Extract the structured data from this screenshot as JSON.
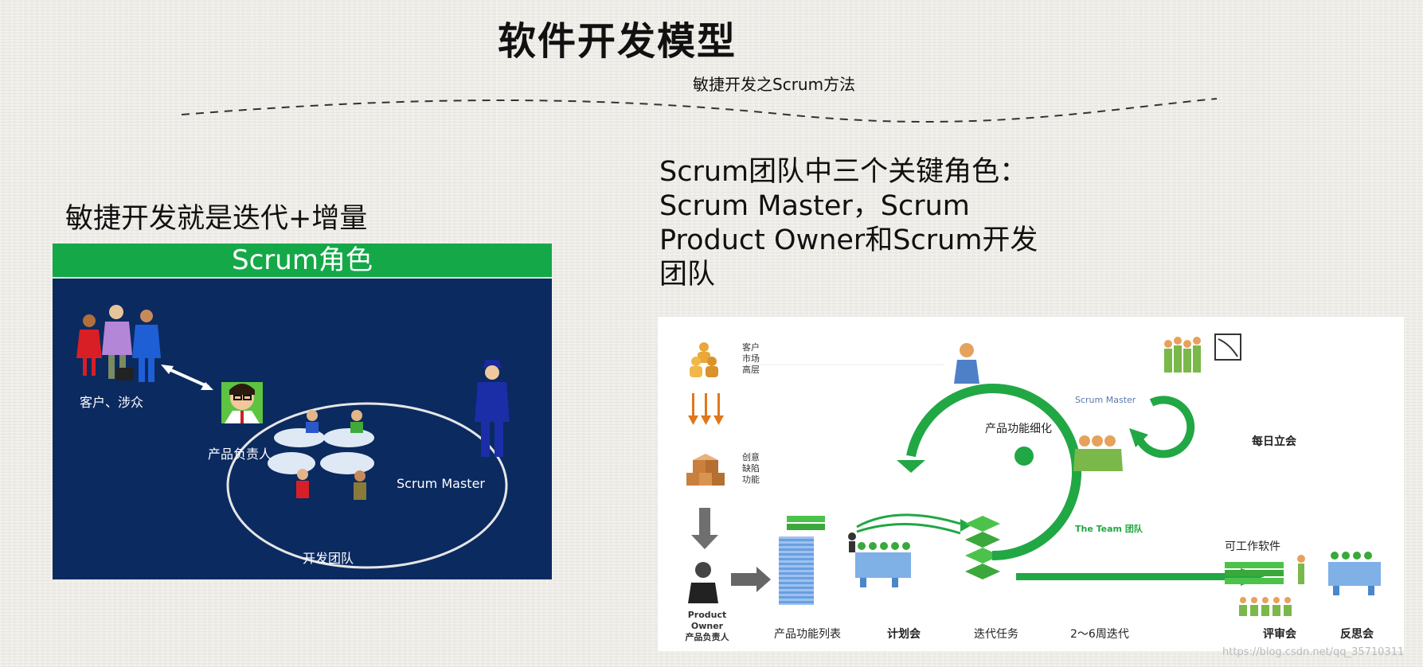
{
  "header": {
    "title": "软件开发模型",
    "subtitle": "敏捷开发之Scrum方法"
  },
  "left": {
    "heading": "敏捷开发就是迭代+增量",
    "banner": "Scrum角色",
    "labels": {
      "customers": "客户、涉众",
      "product_owner": "产品负责人",
      "scrum_master": "Scrum Master",
      "dev_team": "开发团队"
    }
  },
  "right": {
    "heading_lines": [
      "Scrum团队中三个关键角色：",
      "Scrum Master，Scrum",
      "Product Owner和Scrum开发",
      "团队"
    ]
  },
  "diagram": {
    "stakeholders": [
      "客户",
      "市场",
      "高层"
    ],
    "ideas": [
      "创意",
      "缺陷",
      "功能"
    ],
    "scrum_master": "Scrum Master",
    "refine": "产品功能细化",
    "daily": "每日立会",
    "team": "The Team 团队",
    "working_software": "可工作软件",
    "po_en": "Product Owner",
    "po_cn": "产品负责人",
    "backlog": "产品功能列表",
    "planning": "计划会",
    "sprint_tasks": "迭代任务",
    "sprint": "2～6周迭代",
    "review": "评审会",
    "retro": "反思会"
  },
  "watermark": "https://blog.csdn.net/qq_35710311",
  "colors": {
    "green": "#21a744",
    "navy": "#0b2a60",
    "banner_green": "#14a848"
  }
}
